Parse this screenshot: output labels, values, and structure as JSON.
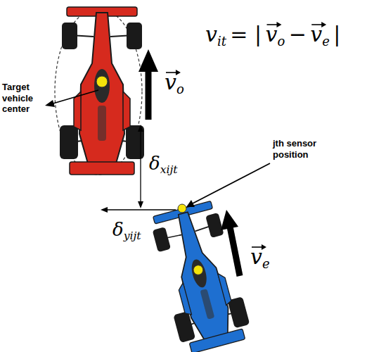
{
  "diagram": {
    "labels": [
      "v",
      "it",
      "= |",
      "v",
      "o",
      "−",
      "v",
      "e",
      "|",
      "v",
      "o",
      "v",
      "e",
      "Target vehicle center",
      "jth sensor position",
      "δ",
      "xijt",
      "δ",
      "yijt"
    ]
  }
}
